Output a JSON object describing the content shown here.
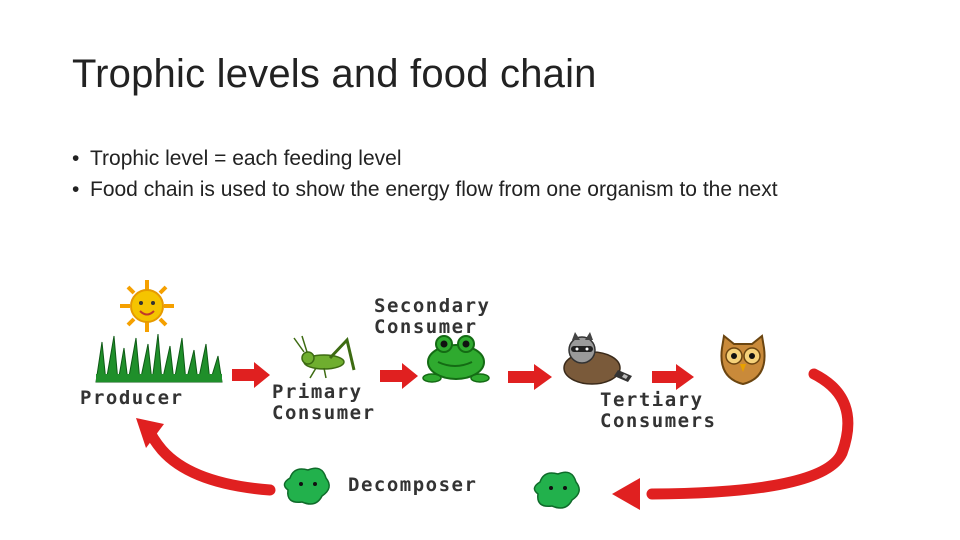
{
  "slide": {
    "title": "Trophic levels and food chain",
    "bullets": [
      {
        "marker": "•",
        "text": "Trophic level = each feeding level"
      },
      {
        "marker": "•",
        "text": "Food chain is used to show the energy flow from one organism to the next"
      }
    ]
  },
  "diagram": {
    "labels": {
      "producer": "Producer",
      "primary_line1": "Primary",
      "primary_line2": "Consumer",
      "secondary_line1": "Secondary",
      "secondary_line2": "Consumer",
      "tertiary_line1": "Tertiary",
      "tertiary_line2": "Consumers",
      "decomposer": "Decomposer"
    },
    "icons": [
      "sun-icon",
      "grass-icon",
      "grasshopper-icon",
      "frog-icon",
      "raccoon-icon",
      "owl-icon",
      "decomposer-icon"
    ],
    "colors": {
      "arrow": "#e02020",
      "grass": "#1f8f2a",
      "sun": "#f5b400",
      "frog": "#2faa2f",
      "decomposer": "#22b14c"
    }
  }
}
